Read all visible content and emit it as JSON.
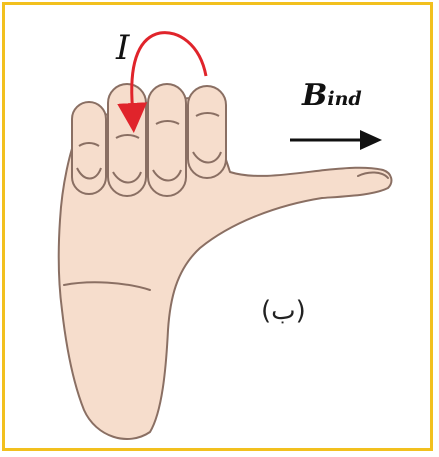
{
  "labels": {
    "current": "I",
    "field_main": "B",
    "field_sub": "ind",
    "part": "(ب)"
  },
  "colors": {
    "frame": "#f2c01e",
    "skin": "#f6ddcc",
    "skin_outline": "#8a6f63",
    "current_arrow": "#e0242b",
    "field_arrow": "#111111"
  },
  "icons": {
    "hand": "right-hand-rule-hand-icon",
    "current": "curved-current-arrow-icon",
    "field": "straight-field-arrow-icon"
  }
}
